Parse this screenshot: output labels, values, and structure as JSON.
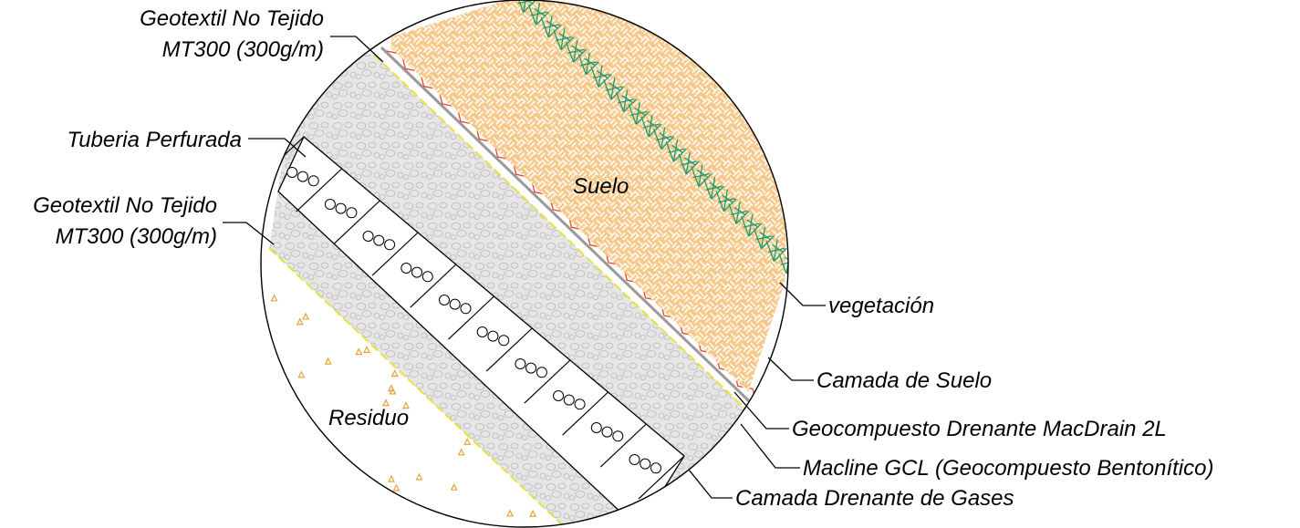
{
  "labels": {
    "geotextil_top_line1": "Geotextil No Tejido",
    "geotextil_top_line2": "MT300 (300g/m)",
    "tuberia": "Tuberia Perfurada",
    "geotextil_bottom_line1": "Geotextil No Tejido",
    "geotextil_bottom_line2": "MT300 (300g/m)",
    "suelo": "Suelo",
    "residuo": "Residuo",
    "vegetacion": "vegetación",
    "camada_suelo": "Camada de Suelo",
    "geocompuesto_drenante": "Geocompuesto Drenante MacDrain 2L",
    "macline_gcl": "Macline GCL (Geocompuesto Bentonítico)",
    "camada_drenante_gases": "Camada Drenante de Gases"
  },
  "colors": {
    "soil": "#f6c98b",
    "soil_hatch": "#ffffff",
    "gravel": "#e6e6e6",
    "gravel_stone": "#b9b9b9",
    "membrane_red": "#e8442a",
    "geotextile_yellow": "#e8e23a",
    "vegetation": "#1f9a6a",
    "residue_dot": "#e8a23a",
    "outline": "#000000"
  }
}
